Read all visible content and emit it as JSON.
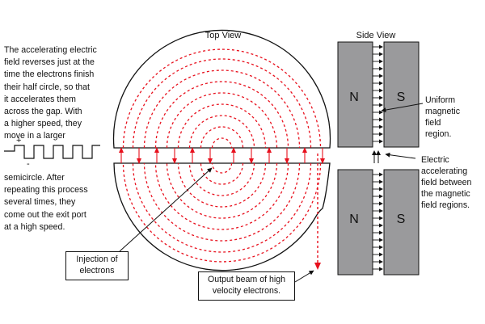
{
  "top_view": {
    "title": "Top View"
  },
  "side_view": {
    "title": "Side View",
    "magnets": [
      {
        "left_pole": "N",
        "right_pole": "S"
      },
      {
        "left_pole": "N",
        "right_pole": "S"
      }
    ]
  },
  "description": {
    "part1": [
      "The accelerating electric",
      "field reverses just at the",
      "time the electrons finish",
      "their half circle, so that",
      "it accelerates them",
      "across the gap. With",
      "a higher speed, they",
      "move in a larger"
    ],
    "plus": "+",
    "minus": "-",
    "part2": [
      "semicircle. After",
      "repeating this process",
      "several times, they",
      "come out the exit port",
      "at a high speed."
    ]
  },
  "labels": {
    "magnetic_field": [
      "Uniform",
      "magnetic",
      "field",
      "region."
    ],
    "electric_field": [
      "Electric",
      "accelerating",
      "field between",
      "the magnetic",
      "field regions."
    ],
    "injection": [
      "Injection of",
      "electrons"
    ],
    "output": [
      "Output beam of high",
      "velocity electrons."
    ]
  },
  "colors": {
    "orbit": "#e8101d",
    "magnet": "#9a9a9c",
    "line": "#111111"
  }
}
